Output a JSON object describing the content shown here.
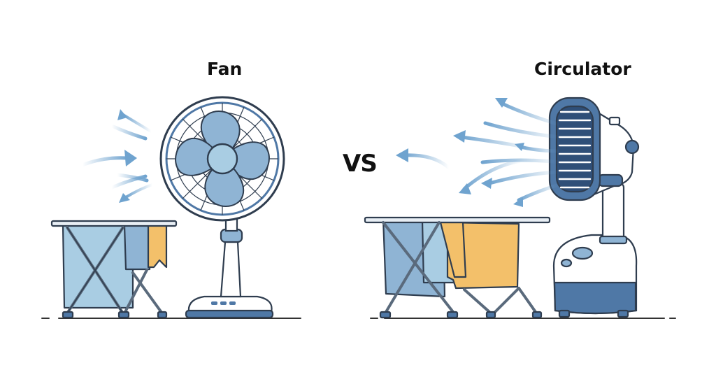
{
  "labels": {
    "left": "Fan",
    "right": "Circulator",
    "center": "VS"
  },
  "colors": {
    "outline": "#2f3d4f",
    "fan_blue": "#8fb4d4",
    "deep_blue": "#4f78a6",
    "light_blue": "#a9cde3",
    "airflow": "#6fa3cf",
    "yellow": "#f3c06a",
    "white": "#ffffff",
    "floor": "#333333"
  },
  "icons": {
    "left_device": "table-fan-icon",
    "right_device": "air-circulator-icon",
    "racks": "clothes-drying-rack-icon",
    "air": "airflow-arrow-icon"
  }
}
